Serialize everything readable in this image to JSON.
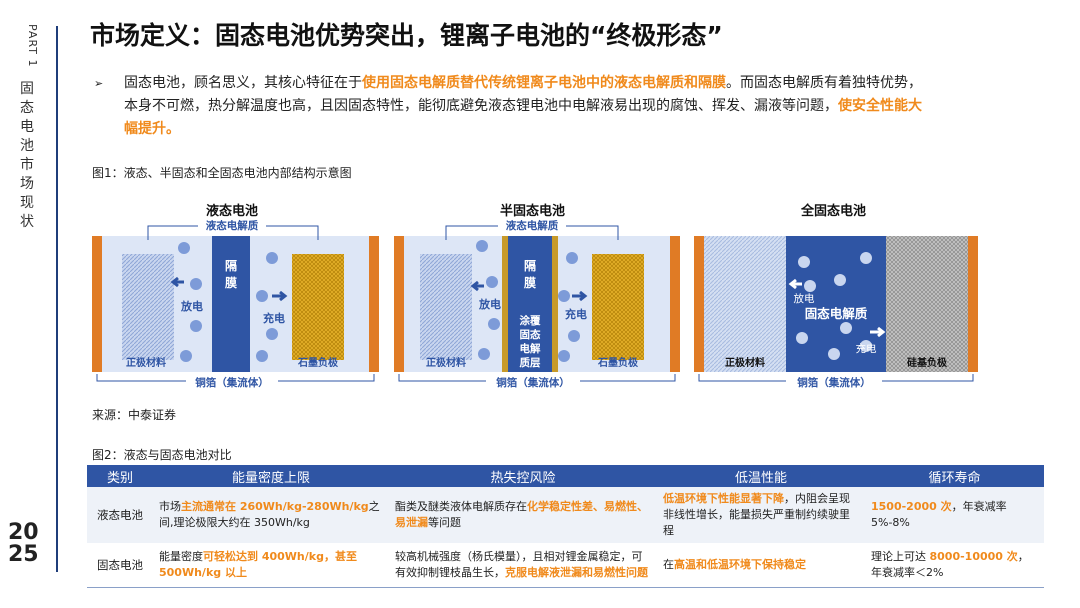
{
  "sidebar": {
    "part_label": "PART 1",
    "section_chars": [
      "固",
      "态",
      "电",
      "池",
      "市",
      "场",
      "现",
      "状"
    ],
    "year_top": "20",
    "year_bottom": "25"
  },
  "title": "市场定义：固态电池优势突出，锂离子电池的“终极形态”",
  "bullet": {
    "seg1": "固态电池，顾名思义，其核心特征在于",
    "seg2_hl": "使用固态电解质替代传统锂离子电池中的液态电解质和隔膜",
    "seg3": "。而固态电解质有着独特优势，本身不可燃，热分解温度也高，且因固态特性，能彻底避免液态锂电池中电解液易出现的腐蚀、挥发、漏液等问题，",
    "seg4_hl": "使安全性能大幅提升。"
  },
  "figure1": {
    "caption": "图1：液态、半固态和全固态电池内部结构示意图",
    "batteries": [
      {
        "title": "液态电池",
        "electrolyte": "液态电解质",
        "separator": "隔膜",
        "discharge": "放电",
        "charge": "充电",
        "cathode": "正极材料",
        "anode": "石墨负极",
        "collector": "铜箔（集流体）"
      },
      {
        "title": "半固态电池",
        "electrolyte": "液态电解质",
        "separator": "隔膜",
        "coating": [
          "涂覆",
          "固态",
          "电解",
          "质层"
        ],
        "discharge": "放电",
        "charge": "充电",
        "cathode": "正极材料",
        "anode": "石墨负极",
        "collector": "铜箔（集流体）"
      },
      {
        "title": "全固态电池",
        "electrolyte": "固态电解质",
        "discharge": "放电",
        "charge": "充电",
        "cathode": "正极材料",
        "anode": "硅基负极",
        "collector": "铜箔（集流体）"
      }
    ],
    "colors": {
      "collector": "#e07b25",
      "separator": "#2f55a4",
      "liquid": "#dde6f6",
      "ion": "#7d9bd8",
      "anode_liquid": "#d9a21c",
      "solid_anode": "#b8b8b8",
      "coating": "#c79a2a"
    }
  },
  "source": "来源：中泰证券",
  "figure2": {
    "caption": "图2：液态与固态电池对比",
    "headers": [
      "类别",
      "能量密度上限",
      "热失控风险",
      "低温性能",
      "循环寿命"
    ],
    "rows": [
      {
        "category": "液态电池",
        "energy": {
          "a": "市场",
          "b": "主流通常在 260Wh/kg-280Wh/kg",
          "c": "之间,理论极限大约在 350Wh/kg"
        },
        "thermal": {
          "a": "酯类及醚类液体电解质存在",
          "b": "化学稳定性差、易燃性、易泄漏",
          "c": "等问题"
        },
        "lowtemp": {
          "a": "",
          "b": "低温环境下性能显著下降",
          "c": "，内阻会呈现非线性增长，能量损失严重制约续驶里程"
        },
        "cycle": {
          "a": "",
          "b": "1500-2000 次",
          "c": "，年衰减率 5%-8%"
        }
      },
      {
        "category": "固态电池",
        "energy": {
          "a": "能量密度",
          "b": "可轻松达到 400Wh/kg，甚至 500Wh/kg 以上",
          "c": ""
        },
        "thermal": {
          "a": "较高机械强度（杨氏模量），且相对锂金属稳定，可有效抑制锂枝晶生长，",
          "b": "克服电解液泄漏和易燃性问题",
          "c": ""
        },
        "lowtemp": {
          "a": "在",
          "b": "高温和低温环境下保持稳定",
          "c": ""
        },
        "cycle": {
          "a": "理论上可达 ",
          "b": "8000-10000 次",
          "c": "，年衰减率＜2%"
        }
      }
    ]
  }
}
